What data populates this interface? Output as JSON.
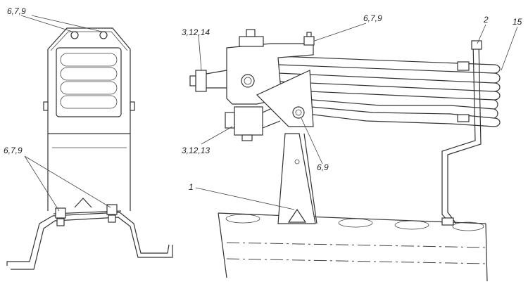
{
  "callouts": {
    "left_top": "6,7,9",
    "left_bottom": "6,7,9",
    "top_middle": "6,7,9",
    "upper_valve": "3,12,14",
    "lower_valve": "3,12,13",
    "pivot": "6,9",
    "bracket": "1",
    "clamp": "2",
    "pipes": "15"
  }
}
